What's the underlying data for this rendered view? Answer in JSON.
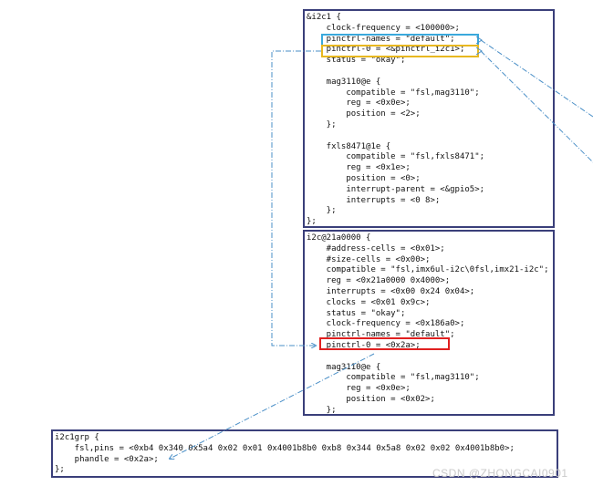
{
  "panel_i2c1": {
    "lines": [
      "&i2c1 {",
      "    clock-frequency = <100000>;",
      "    pinctrl-names = \"default\";",
      "    pinctrl-0 = <&pinctrl_i2c1>;",
      "    status = \"okay\";",
      "",
      "    mag3110@e {",
      "        compatible = \"fsl,mag3110\";",
      "        reg = <0x0e>;",
      "        position = <2>;",
      "    };",
      "",
      "    fxls8471@1e {",
      "        compatible = \"fsl,fxls8471\";",
      "        reg = <0x1e>;",
      "        position = <0>;",
      "        interrupt-parent = <&gpio5>;",
      "        interrupts = <0 8>;",
      "    };",
      "};"
    ]
  },
  "panel_i2c_node": {
    "lines": [
      "i2c@21a0000 {",
      "    #address-cells = <0x01>;",
      "    #size-cells = <0x00>;",
      "    compatible = \"fsl,imx6ul-i2c\\0fsl,imx21-i2c\";",
      "    reg = <0x21a0000 0x4000>;",
      "    interrupts = <0x00 0x24 0x04>;",
      "    clocks = <0x01 0x9c>;",
      "    status = \"okay\";",
      "    clock-frequency = <0x186a0>;",
      "    pinctrl-names = \"default\";",
      "    pinctrl-0 = <0x2a>;",
      "",
      "    mag3110@e {",
      "        compatible = \"fsl,mag3110\";",
      "        reg = <0x0e>;",
      "        position = <0x02>;",
      "    };"
    ]
  },
  "panel_i2c1grp": {
    "lines": [
      "i2c1grp {",
      "    fsl,pins = <0xb4 0x340 0x5a4 0x02 0x01 0x4001b8b0 0xb8 0x344 0x5a8 0x02 0x02 0x4001b8b0>;",
      "    phandle = <0x2a>;",
      "};"
    ]
  },
  "watermark": "CSDN @ZHONGCAI0901",
  "colors": {
    "border": "#3a3f7a",
    "highlight_blue": "#3aa9dc",
    "highlight_yellow": "#e8b820",
    "highlight_red": "#e02020",
    "connector": "#4a8fc7"
  }
}
